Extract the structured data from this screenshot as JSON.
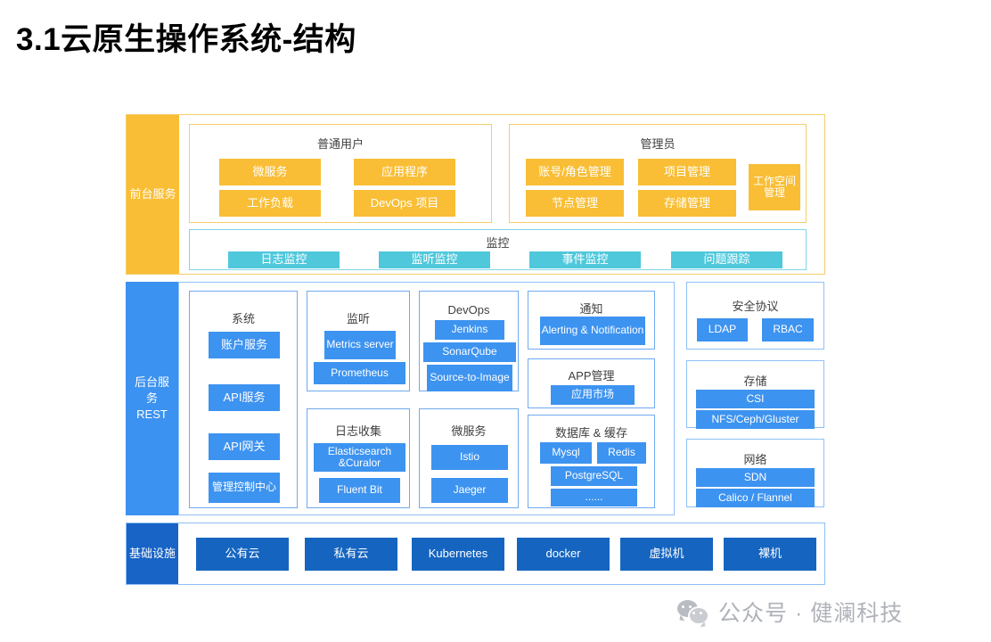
{
  "page": {
    "title": "3.1云原生操作系统-结构"
  },
  "colors": {
    "amber": "#F9BE35",
    "amber_border": "#F5CE6B",
    "cyan": "#4FC8DC",
    "cyan_border": "#7FD6E8",
    "blue": "#3D93F0",
    "blue_sidebar": "#3C92F0",
    "deep_blue": "#1565C0",
    "deep_blue_sidebar": "#1763C6",
    "blue_border": "#8FC0F5",
    "footer_gray": "#AFB3B9",
    "group_title": "#3F3F3F"
  },
  "frontend": {
    "sidebar_label": "前台服务",
    "groups": [
      {
        "title": "普通用户",
        "items": [
          "微服务",
          "应用程序",
          "工作负载",
          "DevOps 项目"
        ]
      },
      {
        "title": "管理员",
        "items": [
          "账号/角色管理",
          "项目管理",
          "工作空间管理",
          "节点管理",
          "存储管理"
        ]
      }
    ],
    "monitoring": {
      "title": "监控",
      "items": [
        "日志监控",
        "监听监控",
        "事件监控",
        "问题跟踪"
      ]
    }
  },
  "backend": {
    "sidebar_label": "后台服务\nREST",
    "sidebar_line1": "后台服",
    "sidebar_line2": "务",
    "sidebar_line3": "REST",
    "columns": [
      {
        "name": "system-column",
        "groups": [
          {
            "title": "系统",
            "items": [
              "账户服务",
              "API服务",
              "API网关",
              "管理控制中心"
            ]
          }
        ]
      },
      {
        "name": "listen-log-column",
        "groups": [
          {
            "title": "监听",
            "items": [
              "Metrics server",
              "Prometheus"
            ]
          },
          {
            "title": "日志收集",
            "items": [
              "Elasticsearch &Curalor",
              "Fluent Bit"
            ]
          }
        ]
      },
      {
        "name": "devops-microservice-column",
        "groups": [
          {
            "title": "DevOps",
            "items": [
              "Jenkins",
              "SonarQube",
              "Source-to-Image"
            ]
          },
          {
            "title": "微服务",
            "items": [
              "Istio",
              "Jaeger"
            ]
          }
        ]
      },
      {
        "name": "notify-app-db-column",
        "groups": [
          {
            "title": "通知",
            "items": [
              "Alerting & Notification"
            ]
          },
          {
            "title": "APP管理",
            "items": [
              "应用市场"
            ]
          },
          {
            "title": "数据库 & 缓存",
            "items": [
              "Mysql",
              "Redis",
              "PostgreSQL",
              "......"
            ]
          }
        ]
      }
    ],
    "right_columns": [
      {
        "title": "安全协议",
        "items": [
          "LDAP",
          "RBAC"
        ]
      },
      {
        "title": "存储",
        "items": [
          "CSI",
          "NFS/Ceph/Gluster"
        ]
      },
      {
        "title": "网络",
        "items": [
          "SDN",
          "Calico / Flannel"
        ]
      }
    ]
  },
  "infrastructure": {
    "sidebar_label": "基础设施",
    "items": [
      "公有云",
      "私有云",
      "Kubernetes",
      "docker",
      "虚拟机",
      "裸机"
    ]
  },
  "footer": {
    "icon": "wechat-icon",
    "text": "公众号 · 健澜科技"
  }
}
